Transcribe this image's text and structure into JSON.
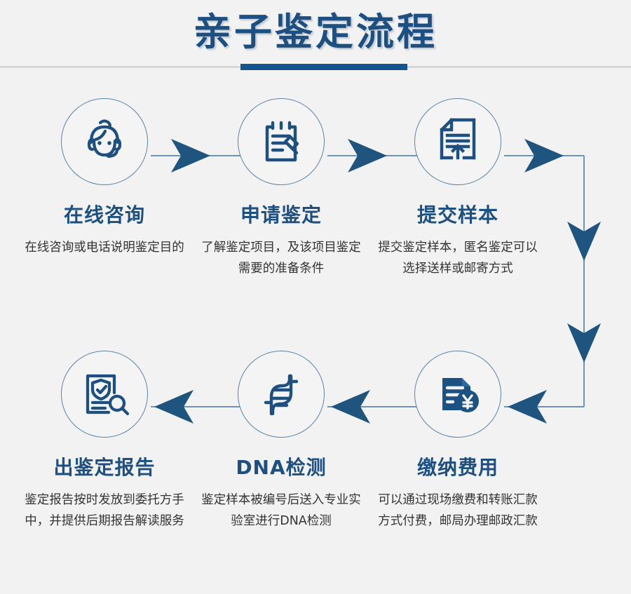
{
  "header": {
    "title": "亲子鉴定流程",
    "accent_color": "#14558e",
    "rule_color": "#d6d6d6"
  },
  "theme": {
    "background": "#f2f2f2",
    "heading_color": "#1d4f80",
    "body_text_color": "#333333",
    "circle_border_color": "#5a83a8",
    "arrow_color": "#1f547f",
    "connector_line_color": "#6d93b6"
  },
  "flow": {
    "steps": [
      {
        "index": "1",
        "icon": "customer-service-headset-icon",
        "title": "在线咨询",
        "desc": "在线咨询或电话说明鉴定目的"
      },
      {
        "index": "2",
        "icon": "clipboard-pen-icon",
        "title": "申请鉴定",
        "desc": "了解鉴定项目，及该项目鉴定需要的准备条件"
      },
      {
        "index": "3",
        "icon": "document-upload-icon",
        "title": "提交样本",
        "desc": "提交鉴定样本，匿名鉴定可以选择送样或邮寄方式"
      },
      {
        "index": "4",
        "icon": "report-shield-search-icon",
        "title": "出鉴定报告",
        "desc": "鉴定报告按时发放到委托方手中，并提供后期报告解读服务"
      },
      {
        "index": "5",
        "icon": "dna-helix-icon",
        "title": "DNA检测",
        "desc": "鉴定样本被编号后送入专业实验室进行DNA检测"
      },
      {
        "index": "6",
        "icon": "invoice-yen-icon",
        "title": "缴纳费用",
        "desc": "可以通过现场缴费和转账汇款方式付费，邮局办理邮政汇款"
      }
    ],
    "connectors": [
      {
        "name": "arrow-step1-to-step2",
        "direction": "right"
      },
      {
        "name": "arrow-step2-to-step3",
        "direction": "right"
      },
      {
        "name": "arrow-step3-to-wrap",
        "direction": "right"
      },
      {
        "name": "arrow-wrap-down-upper",
        "direction": "down"
      },
      {
        "name": "arrow-wrap-down-lower",
        "direction": "down"
      },
      {
        "name": "arrow-wrap-to-step6",
        "direction": "left"
      },
      {
        "name": "arrow-step6-to-step5",
        "direction": "left"
      },
      {
        "name": "arrow-step5-to-step4",
        "direction": "left"
      }
    ]
  }
}
